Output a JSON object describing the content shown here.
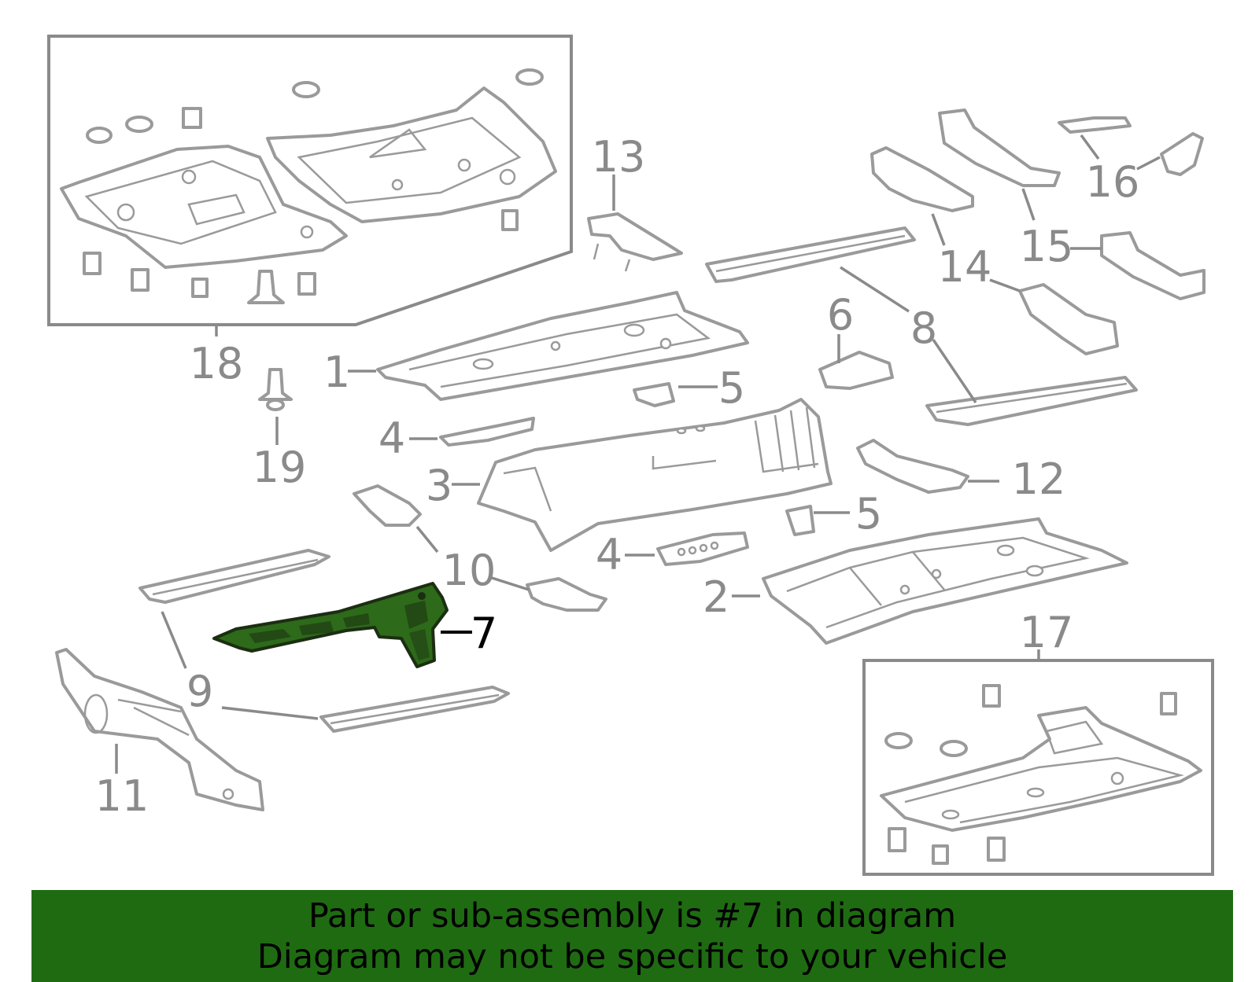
{
  "banner": {
    "line1": "Part or sub-assembly is #7 in diagram",
    "line2": "Diagram may not be specific to your vehicle",
    "background": "#1f6b12"
  },
  "highlight": {
    "part_number": "7",
    "fill_color": "#2d6a1a"
  },
  "callouts": {
    "c1": "1",
    "c2": "2",
    "c3": "3",
    "c4a": "4",
    "c4b": "4",
    "c5a": "5",
    "c5b": "5",
    "c6": "6",
    "c7": "7",
    "c8": "8",
    "c9": "9",
    "c10": "10",
    "c11": "11",
    "c12": "12",
    "c13": "13",
    "c14": "14",
    "c15": "15",
    "c16": "16",
    "c17": "17",
    "c18": "18",
    "c19": "19"
  },
  "colors": {
    "line_gray": "#9a9a9a",
    "label_gray": "#8a8a8a"
  }
}
